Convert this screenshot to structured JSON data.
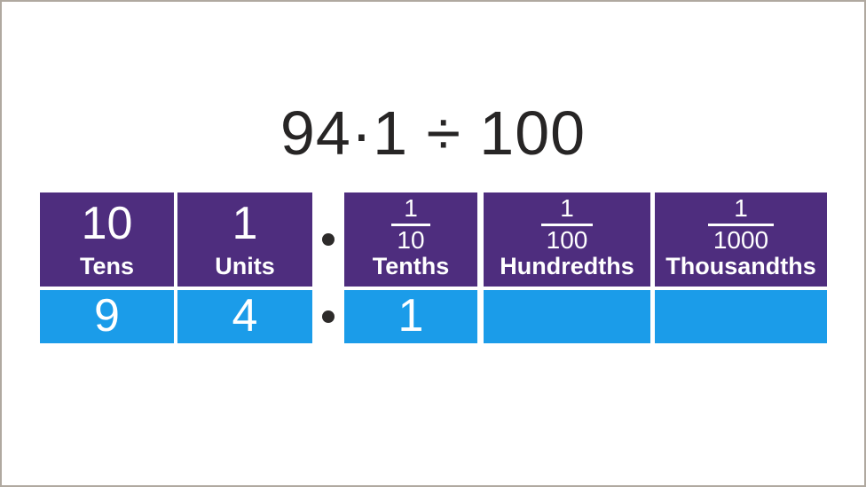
{
  "title": "94·1 ÷ 100",
  "colors": {
    "background": "#ffffff",
    "frame_border": "#b0a9a0",
    "purple": "#4e2d7e",
    "blue": "#1b9ce9",
    "title_text": "#272525",
    "decimal_dot": "#2d2b2a",
    "cell_text": "#ffffff"
  },
  "table": {
    "decimal_point": "·",
    "columns": [
      {
        "id": "tens",
        "header_value": "10",
        "header_label": "Tens",
        "digit": "9"
      },
      {
        "id": "units",
        "header_value": "1",
        "header_label": "Units",
        "digit": "4"
      },
      {
        "id": "tenths",
        "fraction_numerator": "1",
        "fraction_denominator": "10",
        "header_label": "Tenths",
        "digit": "1"
      },
      {
        "id": "hundredths",
        "fraction_numerator": "1",
        "fraction_denominator": "100",
        "header_label": "Hundredths",
        "digit": ""
      },
      {
        "id": "thousandths",
        "fraction_numerator": "1",
        "fraction_denominator": "1000",
        "header_label": "Thousandths",
        "digit": ""
      }
    ]
  }
}
